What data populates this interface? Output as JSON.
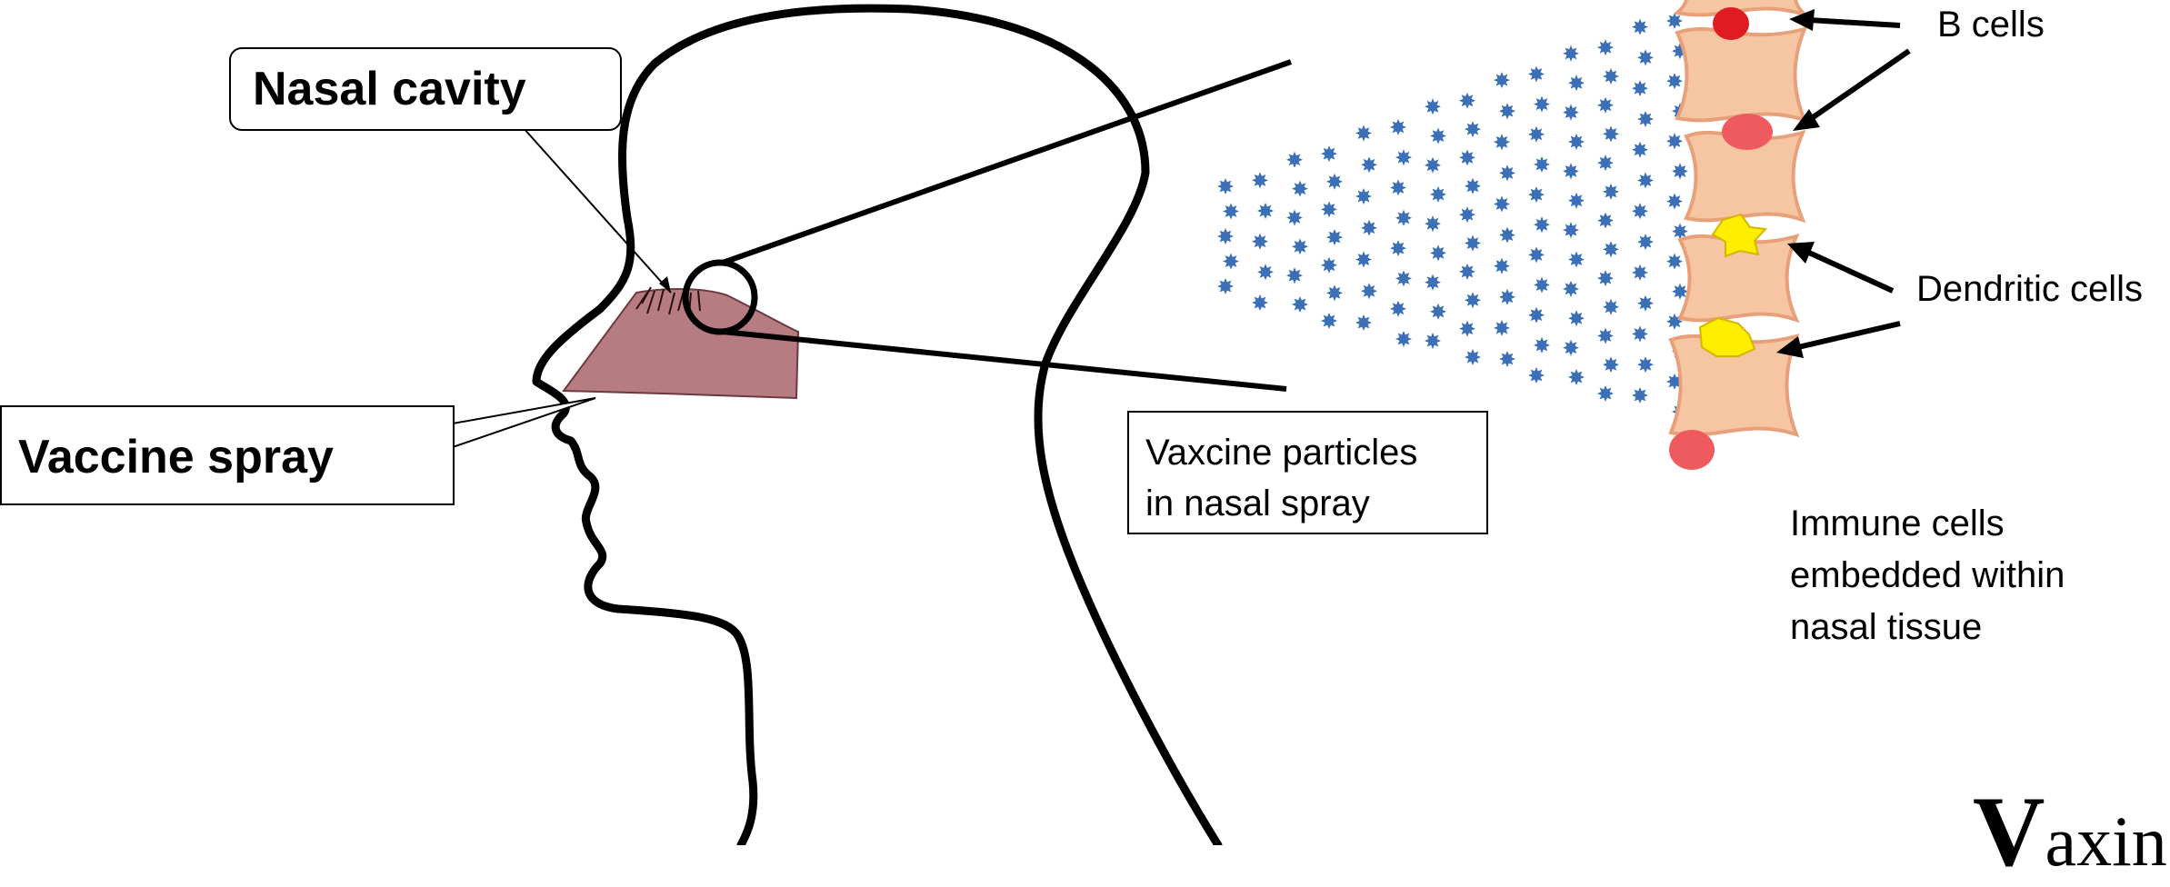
{
  "labels": {
    "nasal_cavity": "Nasal cavity",
    "vaccine_spray": "Vaccine spray",
    "particles_line1": "Vaxcine particles",
    "particles_line2": "in nasal spray",
    "b_cells": "B cells",
    "dendritic_cells": "Dendritic cells",
    "immune_line1": "Immune cells",
    "immune_line2": "embedded within",
    "immune_line3": "nasal tissue"
  },
  "brand": {
    "initial": "V",
    "rest": "axin"
  },
  "colors": {
    "outline": "#000000",
    "nasal_fill": "#b77c82",
    "particle": "#3b6fb6",
    "tissue": "#f6c6a2",
    "tissue_edge": "#e8a07a",
    "b_cell": "#ef5a5f",
    "b_cell_bright": "#e11b22",
    "dendritic": "#ffee00",
    "dendritic_edge": "#d6b400"
  }
}
